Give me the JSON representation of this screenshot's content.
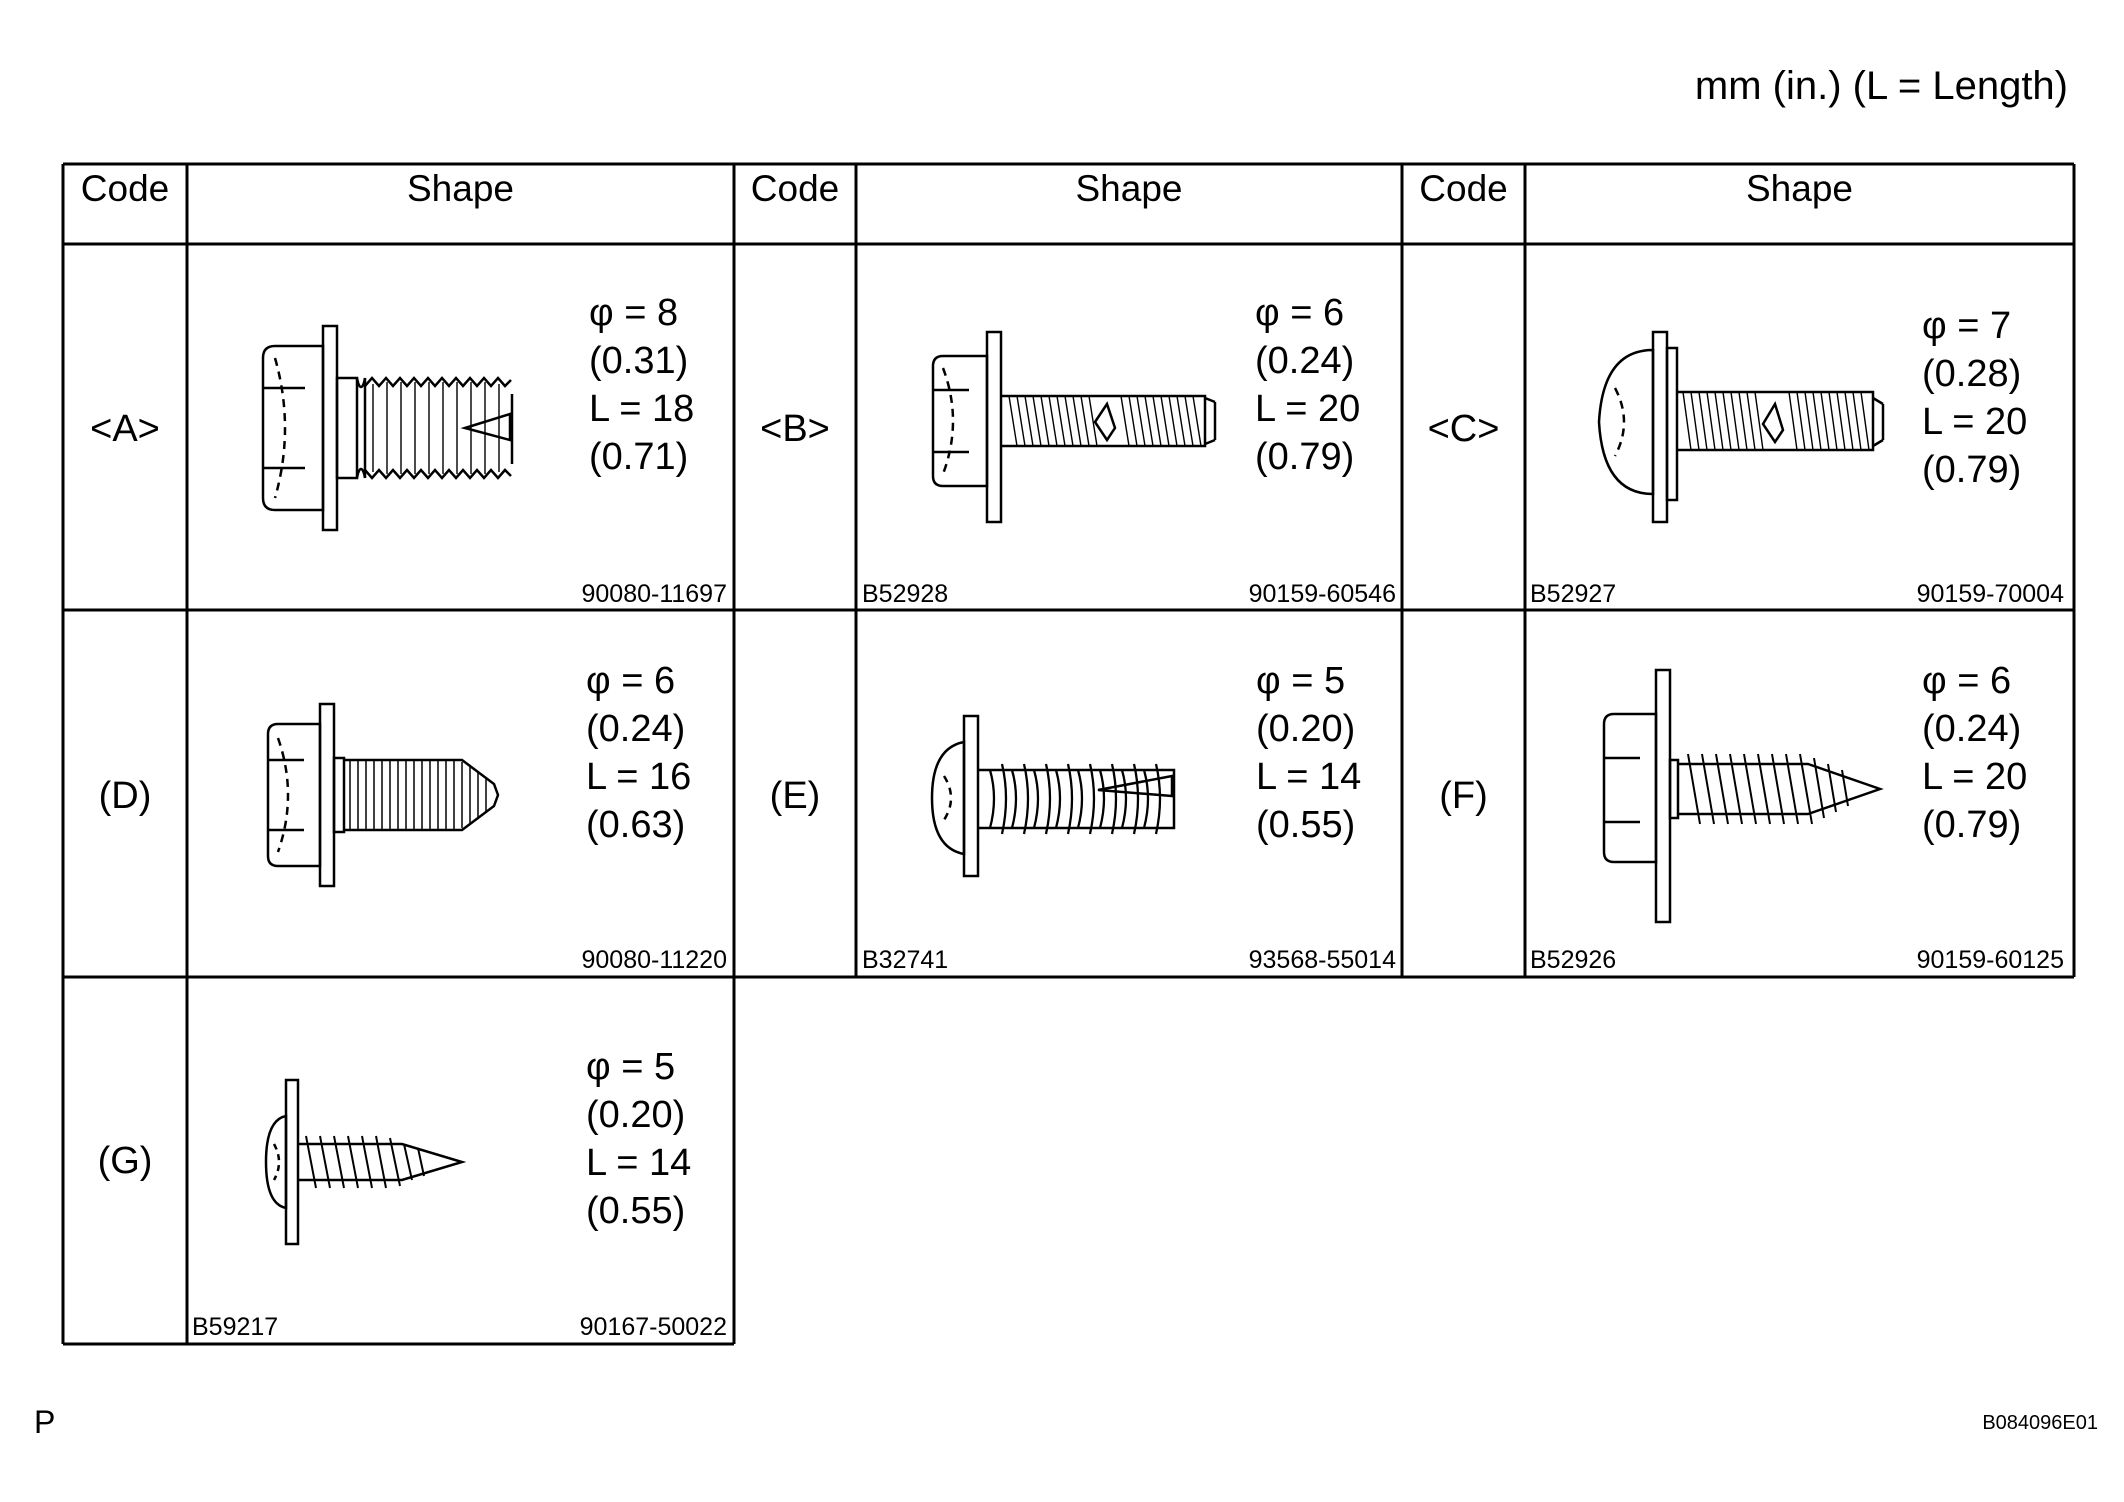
{
  "units_note": "mm (in.) (L = Length)",
  "page_letter": "P",
  "figure_code": "B084096E01",
  "headers": {
    "code": "Code",
    "shape": "Shape"
  },
  "parts": [
    {
      "code": "<A>",
      "diameter": "φ = 8",
      "diameter_in": "(0.31)",
      "length": "L = 18",
      "length_in": "(0.71)",
      "ref": "",
      "part_no": "90080-11697",
      "shape": "hex-flange-bolt"
    },
    {
      "code": "<B>",
      "diameter": "φ = 6",
      "diameter_in": "(0.24)",
      "length": "L = 20",
      "length_in": "(0.79)",
      "ref": "B52928",
      "part_no": "90159-60546",
      "shape": "hex-washer-tapping-screw"
    },
    {
      "code": "<C>",
      "diameter": "φ = 7",
      "diameter_in": "(0.28)",
      "length": "L = 20",
      "length_in": "(0.79)",
      "ref": "B52927",
      "part_no": "90159-70004",
      "shape": "pan-washer-tapping-screw"
    },
    {
      "code": "(D)",
      "diameter": "φ = 6",
      "diameter_in": "(0.24)",
      "length": "L = 16",
      "length_in": "(0.63)",
      "ref": "",
      "part_no": "90080-11220",
      "shape": "hex-flange-tapered-bolt"
    },
    {
      "code": "(E)",
      "diameter": "φ = 5",
      "diameter_in": "(0.20)",
      "length": "L = 14",
      "length_in": "(0.55)",
      "ref": "B32741",
      "part_no": "93568-55014",
      "shape": "pan-head-coarse-screw"
    },
    {
      "code": "(F)",
      "diameter": "φ = 6",
      "diameter_in": "(0.24)",
      "length": "L = 20",
      "length_in": "(0.79)",
      "ref": "B52926",
      "part_no": "90159-60125",
      "shape": "hex-washer-pointed-screw"
    },
    {
      "code": "(G)",
      "diameter": "φ = 5",
      "diameter_in": "(0.20)",
      "length": "L = 14",
      "length_in": "(0.55)",
      "ref": "B59217",
      "part_no": "90167-50022",
      "shape": "pan-washer-pointed-screw"
    }
  ]
}
